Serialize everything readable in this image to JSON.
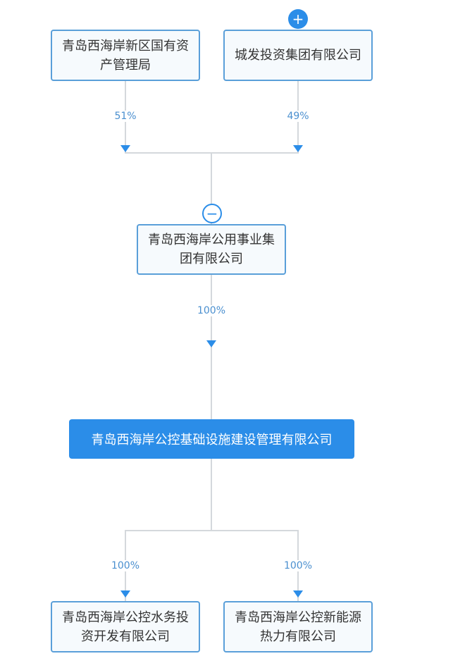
{
  "colors": {
    "accent": "#2b8de8",
    "border": "#5a9fd9",
    "percent": "#4a8fcf",
    "line": "#d4d8dc"
  },
  "shareholders": [
    {
      "name": "青岛西海岸新区国有资产管理局",
      "percent": "51%"
    },
    {
      "name": "城发投资集团有限公司",
      "percent": "49%",
      "toggle_icon": "plus-icon"
    }
  ],
  "parent": {
    "name": "青岛西海岸公用事业集团有限公司",
    "percent": "100%",
    "toggle_icon": "minus-icon"
  },
  "focus": {
    "name": "青岛西海岸公控基础设施建设管理有限公司"
  },
  "subsidiaries": [
    {
      "name": "青岛西海岸公控水务投资开发有限公司",
      "percent": "100%"
    },
    {
      "name": "青岛西海岸公控新能源热力有限公司",
      "percent": "100%"
    }
  ]
}
